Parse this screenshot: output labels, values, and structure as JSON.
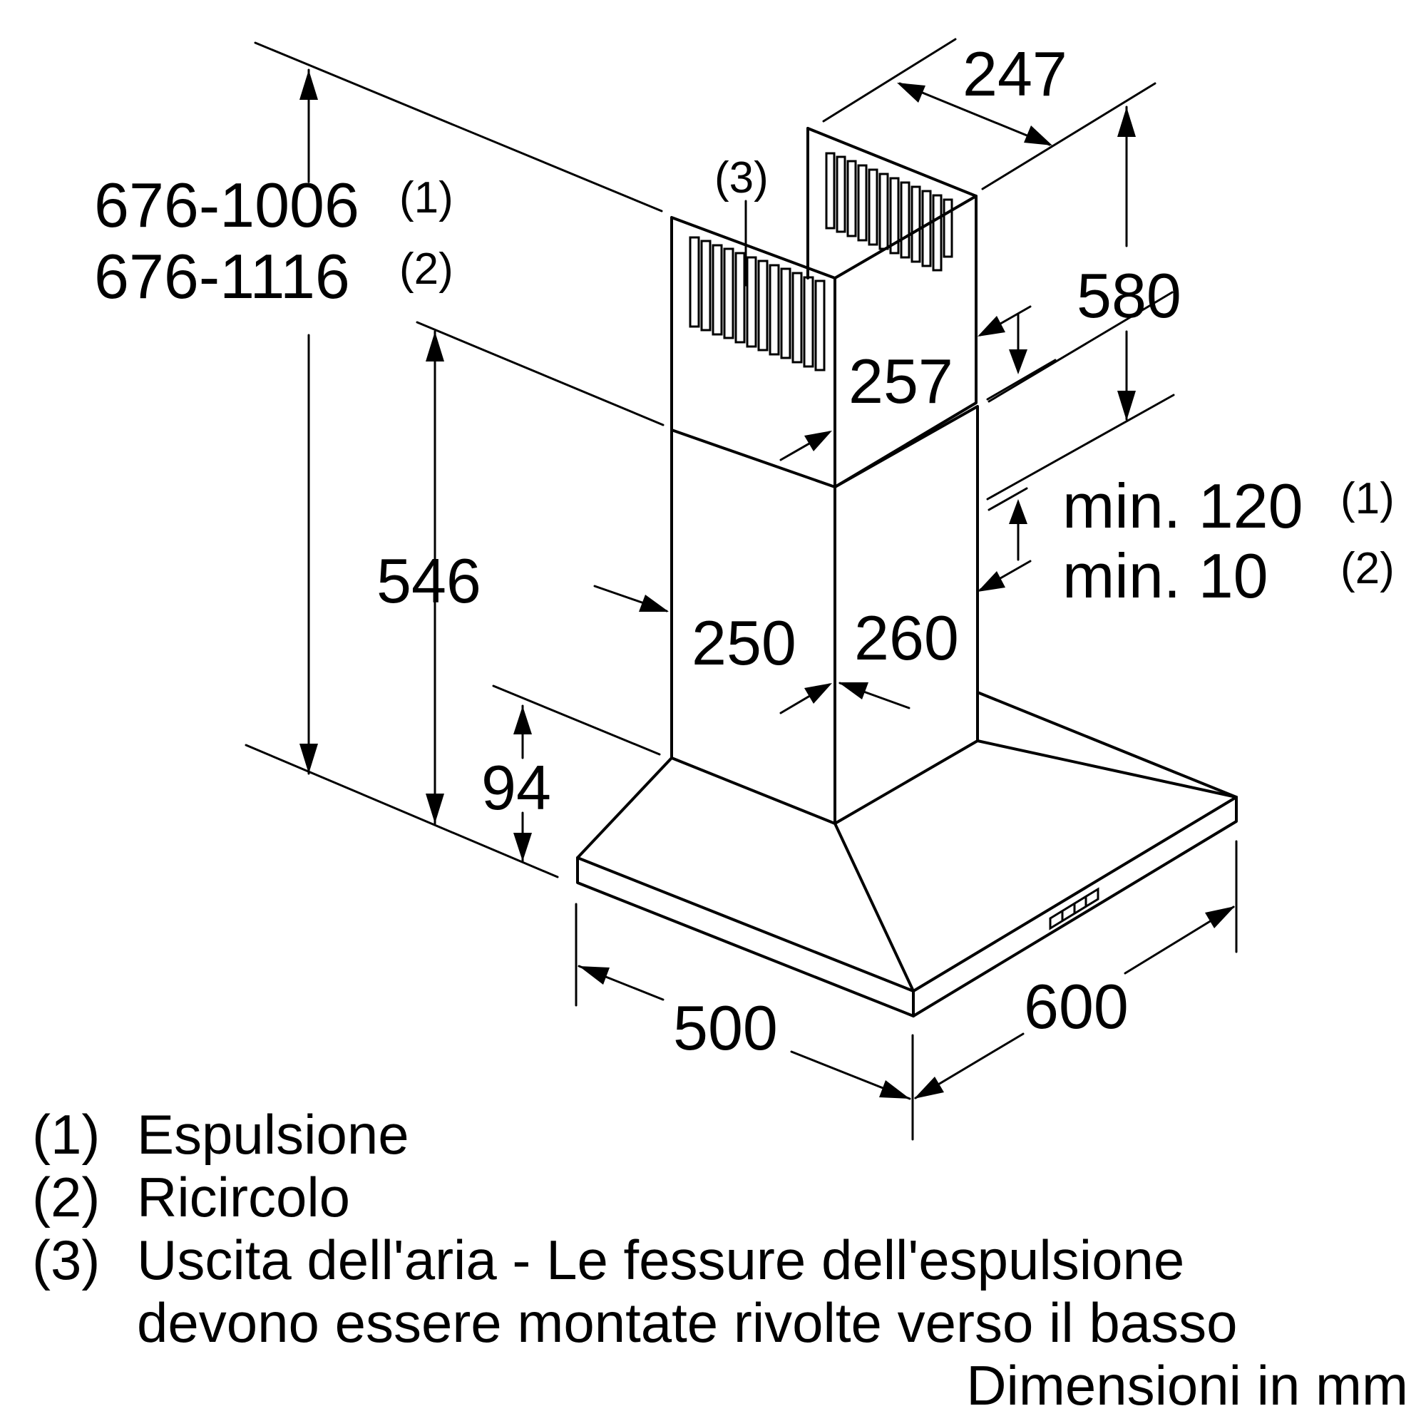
{
  "dimensions": {
    "total_height_1": "676-1006",
    "total_height_2": "676-1116",
    "note_1": "(1)",
    "note_2": "(2)",
    "vent_marker": "(3)",
    "upper_chimney_depth": "247",
    "upper_chimney_height": "580",
    "upper_chimney_width": "257",
    "lower_chimney_height": "546",
    "lower_chimney_width": "250",
    "lower_chimney_depth": "260",
    "overlap_min_1": "min. 120",
    "overlap_min_2": "min. 10",
    "canopy_height": "94",
    "canopy_depth": "500",
    "canopy_width": "600"
  },
  "legend": {
    "items": [
      {
        "number": "(1)",
        "text": "Espulsione"
      },
      {
        "number": "(2)",
        "text": "Ricircolo"
      },
      {
        "number": "(3)",
        "text": "Uscita dell'aria - Le fessure dell'espulsione"
      }
    ],
    "continuation": "devono essere montate rivolte verso il basso",
    "units": "Dimensioni in mm"
  }
}
